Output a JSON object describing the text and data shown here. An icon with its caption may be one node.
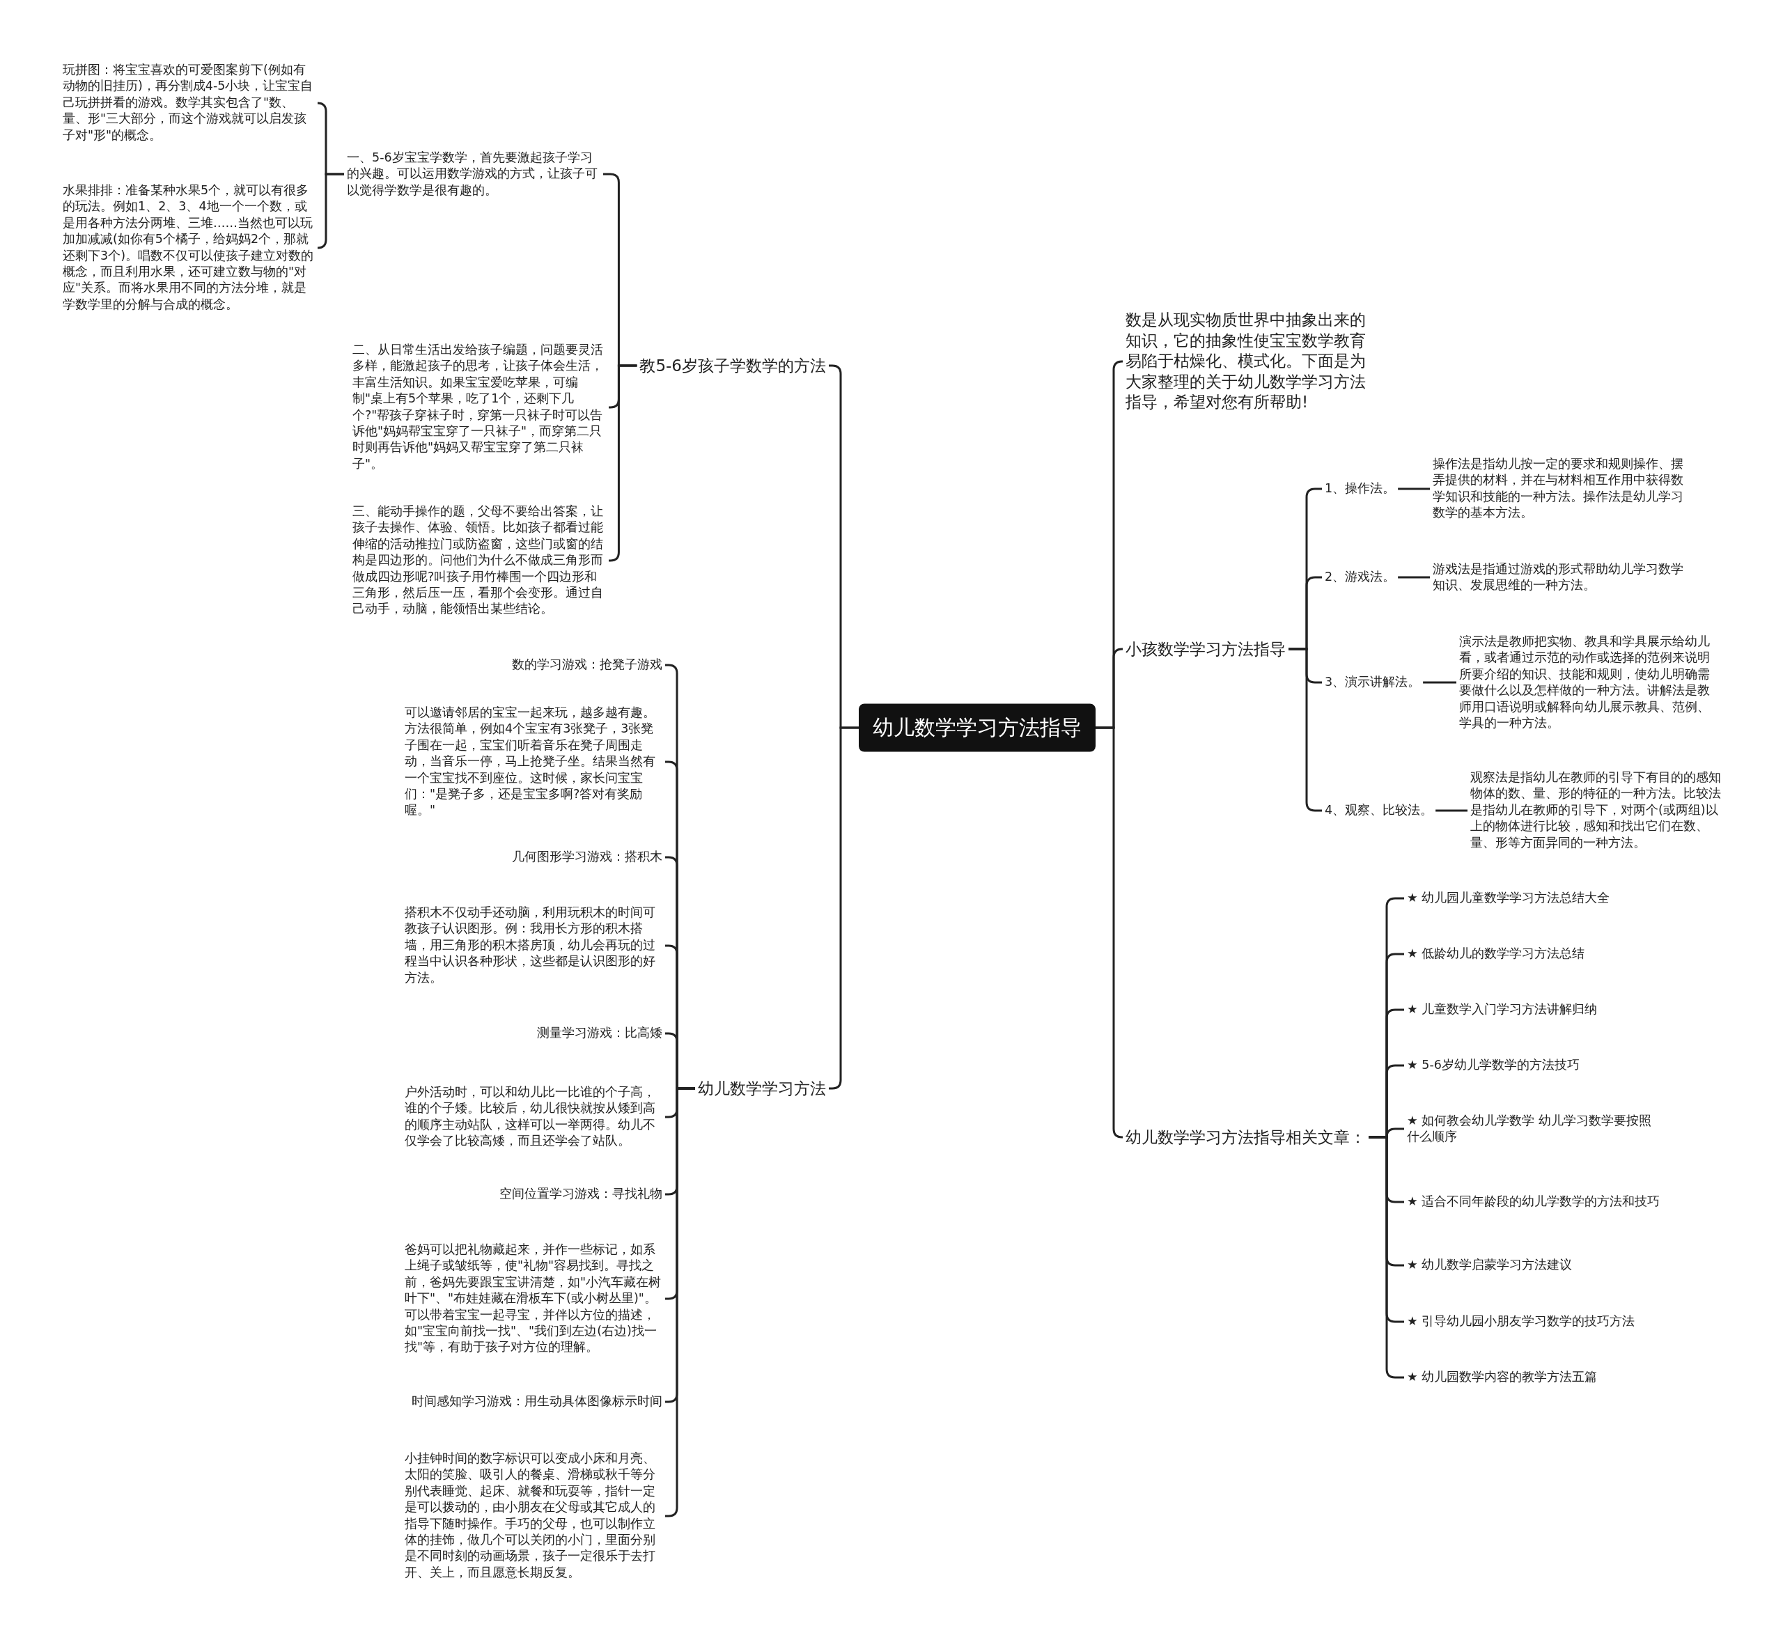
{
  "diagram": {
    "nodes": [
      {
        "text": [
          "幼儿数学学习方法指导"
        ]
      },
      {
        "text": [
          "教5-6岁孩子学数学的方法"
        ]
      },
      {
        "text": [
          "一、5-6岁宝宝学数学，首先要激起孩子学习的兴趣。可以运用数学游戏的方式，让孩子可以觉得学数学是很有趣的。"
        ]
      },
      {
        "text": [
          "玩拼图：将宝宝喜欢的可爱图案剪下(例如有动物的旧挂历)，再分割成4-5小块，让宝宝自己玩拼拼看的游戏。数学其实包含了\"数、量、形\"三大部分，而这个游戏就可以启发孩子对\"形\"的概念。"
        ]
      },
      {
        "text": [
          "水果排排：准备某种水果5个，就可以有很多的玩法。例如1、2、3、4地一个一个数，或是用各种方法分两堆、三堆……当然也可以玩加加减减(如你有5个橘子，给妈妈2个，那就还剩下3个)。唱数不仅可以使孩子建立对数的概念，而且利用水果，还可建立数与物的\"对应\"关系。而将水果用不同的方法分堆，就是学数学里的分解与合成的概念。"
        ]
      },
      {
        "text": [
          "二、从日常生活出发给孩子编题，问题要灵活多样，能激起孩子的思考，让孩子体会生活，丰富生活知识。如果宝宝爱吃苹果，可编制\"桌上有5个苹果，吃了1个，还剩下几个?\"帮孩子穿袜子时，穿第一只袜子时可以告诉他\"妈妈帮宝宝穿了一只袜子\"，而穿第二只时则再告诉他\"妈妈又帮宝宝穿了第二只袜子\"。"
        ]
      },
      {
        "text": [
          "三、能动手操作的题，父母不要给出答案，让孩子去操作、体验、领悟。比如孩子都看过能伸缩的活动推拉门或防盗窗，这些门或窗的结构是四边形的。问他们为什么不做成三角形而做成四边形呢?叫孩子用竹棒围一个四边形和三角形，然后压一压，看那个会变形。通过自己动手，动脑，能领悟出某些结论。"
        ]
      },
      {
        "text": [
          "幼儿数学学习方法"
        ]
      },
      {
        "text": [
          "数的学习游戏：抢凳子游戏"
        ]
      },
      {
        "text": [
          "可以邀请邻居的宝宝一起来玩，越多越有趣。方法很简单，例如4个宝宝有3张凳子，3张凳子围在一起，宝宝们听着音乐在凳子周围走动，当音乐一停，马上抢凳子坐。结果当然有一个宝宝找不到座位。这时候，家长问宝宝们：\"是凳子多，还是宝宝多啊?答对有奖励喔。\""
        ]
      },
      {
        "text": [
          "几何图形学习游戏：搭积木"
        ]
      },
      {
        "text": [
          "搭积木不仅动手还动脑，利用玩积木的时间可教孩子认识图形。例：我用长方形的积木搭墙，用三角形的积木搭房顶，幼儿会再玩的过程当中认识各种形状，这些都是认识图形的好方法。"
        ]
      },
      {
        "text": [
          "测量学习游戏：比高矮"
        ]
      },
      {
        "text": [
          "户外活动时，可以和幼儿比一比谁的个子高，谁的个子矮。比较后，幼儿很快就按从矮到高的顺序主动站队，这样可以一举两得。幼儿不仅学会了比较高矮，而且还学会了站队。"
        ]
      },
      {
        "text": [
          "空间位置学习游戏：寻找礼物"
        ]
      },
      {
        "text": [
          "爸妈可以把礼物藏起来，并作一些标记，如系上绳子或皱纸等，使\"礼物\"容易找到。寻找之前，爸妈先要跟宝宝讲清楚，如\"小汽车藏在树叶下\"、\"布娃娃藏在滑板车下(或小树丛里)\"。可以带着宝宝一起寻宝，并伴以方位的描述，如\"宝宝向前找一找\"、\"我们到左边(右边)找一找\"等，有助于孩子对方位的理解。"
        ]
      },
      {
        "text": [
          "时间感知学习游戏：用生动具体图像标示时间"
        ]
      },
      {
        "text": [
          "小挂钟时间的数字标识可以变成小床和月亮、太阳的笑脸、吸引人的餐桌、滑梯或秋千等分别代表睡觉、起床、就餐和玩耍等，指针一定是可以拨动的，由小朋友在父母或其它成人的指导下随时操作。手巧的父母，也可以制作立体的挂饰，做几个可以关闭的小门，里面分别是不同时刻的动画场景，孩子一定很乐于去打开、关上，而且愿意长期反复。"
        ]
      },
      {
        "text": [
          "数是从现实物质世界中抽象出来的知识，它的抽象性使宝宝数学教育易陷于枯燥化、模式化。下面是为大家整理的关于幼儿数学学习方法指导，希望对您有所帮助!"
        ]
      },
      {
        "text": [
          "小孩数学学习方法指导"
        ]
      },
      {
        "text": [
          "1、操作法。"
        ]
      },
      {
        "text": [
          "操作法是指幼儿按一定的要求和规则操作、摆弄提供的材料，并在与材料相互作用中获得数学知识和技能的一种方法。操作法是幼儿学习数学的基本方法。"
        ]
      },
      {
        "text": [
          "2、游戏法。"
        ]
      },
      {
        "text": [
          "游戏法是指通过游戏的形式帮助幼儿学习数学知识、发展思维的一种方法。"
        ]
      },
      {
        "text": [
          "3、演示讲解法。"
        ]
      },
      {
        "text": [
          "演示法是教师把实物、教具和学具展示给幼儿看，或者通过示范的动作或选择的范例来说明所要介绍的知识、技能和规则，使幼儿明确需要做什么以及怎样做的一种方法。讲解法是教师用口语说明或解释向幼儿展示教具、范例、学具的一种方法。"
        ]
      },
      {
        "text": [
          "4、观察、比较法。"
        ]
      },
      {
        "text": [
          "观察法是指幼儿在教师的引导下有目的的感知物体的数、量、形的特征的一种方法。比较法是指幼儿在教师的引导下，对两个(或两组)以上的物体进行比较，感知和找出它们在数、量、形等方面异同的一种方法。"
        ]
      },
      {
        "text": [
          "幼儿数学学习方法指导相关文章："
        ]
      },
      {
        "text": [
          "★ 幼儿园儿童数学学习方法总结大全"
        ]
      },
      {
        "text": [
          "★ 低龄幼儿的数学学习方法总结"
        ]
      },
      {
        "text": [
          "★ 儿童数学入门学习方法讲解归纳"
        ]
      },
      {
        "text": [
          "★ 5-6岁幼儿学数学的方法技巧"
        ]
      },
      {
        "text": [
          "★ 如何教会幼儿学数学 幼儿学习数学要按照什么顺序"
        ]
      },
      {
        "text": [
          "★ 适合不同年龄段的幼儿学数学的方法和技巧"
        ]
      },
      {
        "text": [
          "★ 幼儿数学启蒙学习方法建议"
        ]
      },
      {
        "text": [
          "★ 引导幼儿园小朋友学习数学的技巧方法"
        ]
      },
      {
        "text": [
          "★ 幼儿园数学内容的教学方法五篇"
        ]
      }
    ],
    "edges": [
      {
        "from": 0,
        "to": 1,
        "arrow": "none"
      },
      {
        "from": 1,
        "to": 2,
        "arrow": "none"
      },
      {
        "from": 2,
        "to": 3,
        "arrow": "none"
      },
      {
        "from": 2,
        "to": 4,
        "arrow": "none"
      },
      {
        "from": 1,
        "to": 5,
        "arrow": "none"
      },
      {
        "from": 1,
        "to": 6,
        "arrow": "none"
      },
      {
        "from": 0,
        "to": 7,
        "arrow": "none"
      },
      {
        "from": 7,
        "to": 8,
        "arrow": "none"
      },
      {
        "from": 7,
        "to": 9,
        "arrow": "none"
      },
      {
        "from": 7,
        "to": 10,
        "arrow": "none"
      },
      {
        "from": 7,
        "to": 11,
        "arrow": "none"
      },
      {
        "from": 7,
        "to": 12,
        "arrow": "none"
      },
      {
        "from": 7,
        "to": 13,
        "arrow": "none"
      },
      {
        "from": 7,
        "to": 14,
        "arrow": "none"
      },
      {
        "from": 7,
        "to": 15,
        "arrow": "none"
      },
      {
        "from": 7,
        "to": 16,
        "arrow": "none"
      },
      {
        "from": 7,
        "to": 17,
        "arrow": "none"
      },
      {
        "from": 0,
        "to": 18,
        "arrow": "none"
      },
      {
        "from": 0,
        "to": 19,
        "arrow": "none"
      },
      {
        "from": 19,
        "to": 20,
        "arrow": "none"
      },
      {
        "from": 20,
        "to": 21,
        "arrow": "none"
      },
      {
        "from": 19,
        "to": 22,
        "arrow": "none"
      },
      {
        "from": 22,
        "to": 23,
        "arrow": "none"
      },
      {
        "from": 19,
        "to": 24,
        "arrow": "none"
      },
      {
        "from": 24,
        "to": 25,
        "arrow": "none"
      },
      {
        "from": 19,
        "to": 26,
        "arrow": "none"
      },
      {
        "from": 26,
        "to": 27,
        "arrow": "none"
      },
      {
        "from": 0,
        "to": 28,
        "arrow": "none"
      },
      {
        "from": 28,
        "to": 29,
        "arrow": "none"
      },
      {
        "from": 28,
        "to": 30,
        "arrow": "none"
      },
      {
        "from": 28,
        "to": 31,
        "arrow": "none"
      },
      {
        "from": 28,
        "to": 32,
        "arrow": "none"
      },
      {
        "from": 28,
        "to": 33,
        "arrow": "none"
      },
      {
        "from": 28,
        "to": 34,
        "arrow": "none"
      },
      {
        "from": 28,
        "to": 35,
        "arrow": "none"
      },
      {
        "from": 28,
        "to": 36,
        "arrow": "none"
      },
      {
        "from": 28,
        "to": 37,
        "arrow": "none"
      }
    ]
  }
}
